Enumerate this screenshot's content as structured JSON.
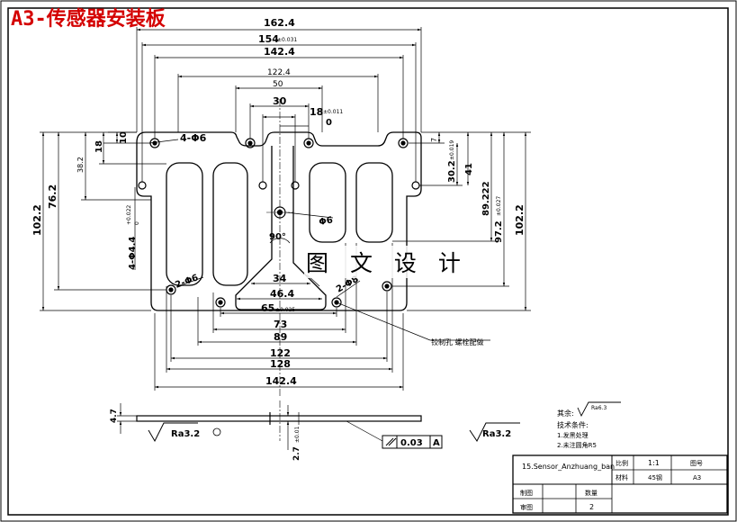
{
  "sheet": {
    "title": "A3-传感器安装板",
    "watermark": "图 文 设 计"
  },
  "dimensions": {
    "top_162_4": "162.4",
    "top_154": "154",
    "top_154_tol": "±0.031",
    "top_142_4": "142.4",
    "d_122_4": "122.4",
    "d_50": "50",
    "d_30": "30",
    "d_18": "18",
    "d_18_tol": "±0.011",
    "d_0": "0",
    "hole_4_phi6_top": "4-Φ6",
    "left_10": "10",
    "left_18": "18",
    "left_38_2": "38.2",
    "left_76_2": "76.2",
    "left_102_2": "102.2",
    "left_hole": "4-Φ4.4",
    "left_hole_tol": "+0.022",
    "left_hole_tol2": "0",
    "right_7": "7",
    "right_30_2": "30.2",
    "right_30_2_tol": "±0.019",
    "right_41": "41",
    "right_89_222": "89.222",
    "right_97_2": "97.2",
    "right_97_2_tol": "±0.027",
    "right_102_2": "102.2",
    "center_phi6": "Φ6",
    "angle_90": "90°",
    "hole_2_phi6_left": "2-Φ6",
    "hole_2_phi8": "2-Φ8",
    "bottom_34": "34",
    "bottom_46_4": "46.4",
    "bottom_65": "65",
    "bottom_65_tol": "±0.025",
    "bottom_73": "73",
    "bottom_89": "89",
    "bottom_122": "122",
    "bottom_128": "128",
    "bottom_142_4": "142.4",
    "side_4_7": "4.7",
    "side_2_7": "2.7",
    "side_2_7_tol": "±0.01",
    "roughness_left": "Ra3.2",
    "roughness_right": "Ra3.2",
    "parallel_tol": "0.03",
    "datum": "A",
    "leader_note": "铰制孔 螺栓配做"
  },
  "notes": {
    "rest_label": "其余:",
    "rest_ra": "Ra6.3",
    "tech_title": "技术条件:",
    "tech_1": "1.发黑处理",
    "tech_2": "2.未注圆角R5"
  },
  "title_block": {
    "part_name": "15.Sensor_Anzhuang_ban",
    "scale_label": "比例",
    "scale_value": "1:1",
    "drawing_no_label": "图号",
    "material_label": "材料",
    "material_value": "45钢",
    "size_value": "A3",
    "drawn_label": "制图",
    "checked_label": "审图",
    "qty_label": "数量",
    "qty_value": "2"
  }
}
